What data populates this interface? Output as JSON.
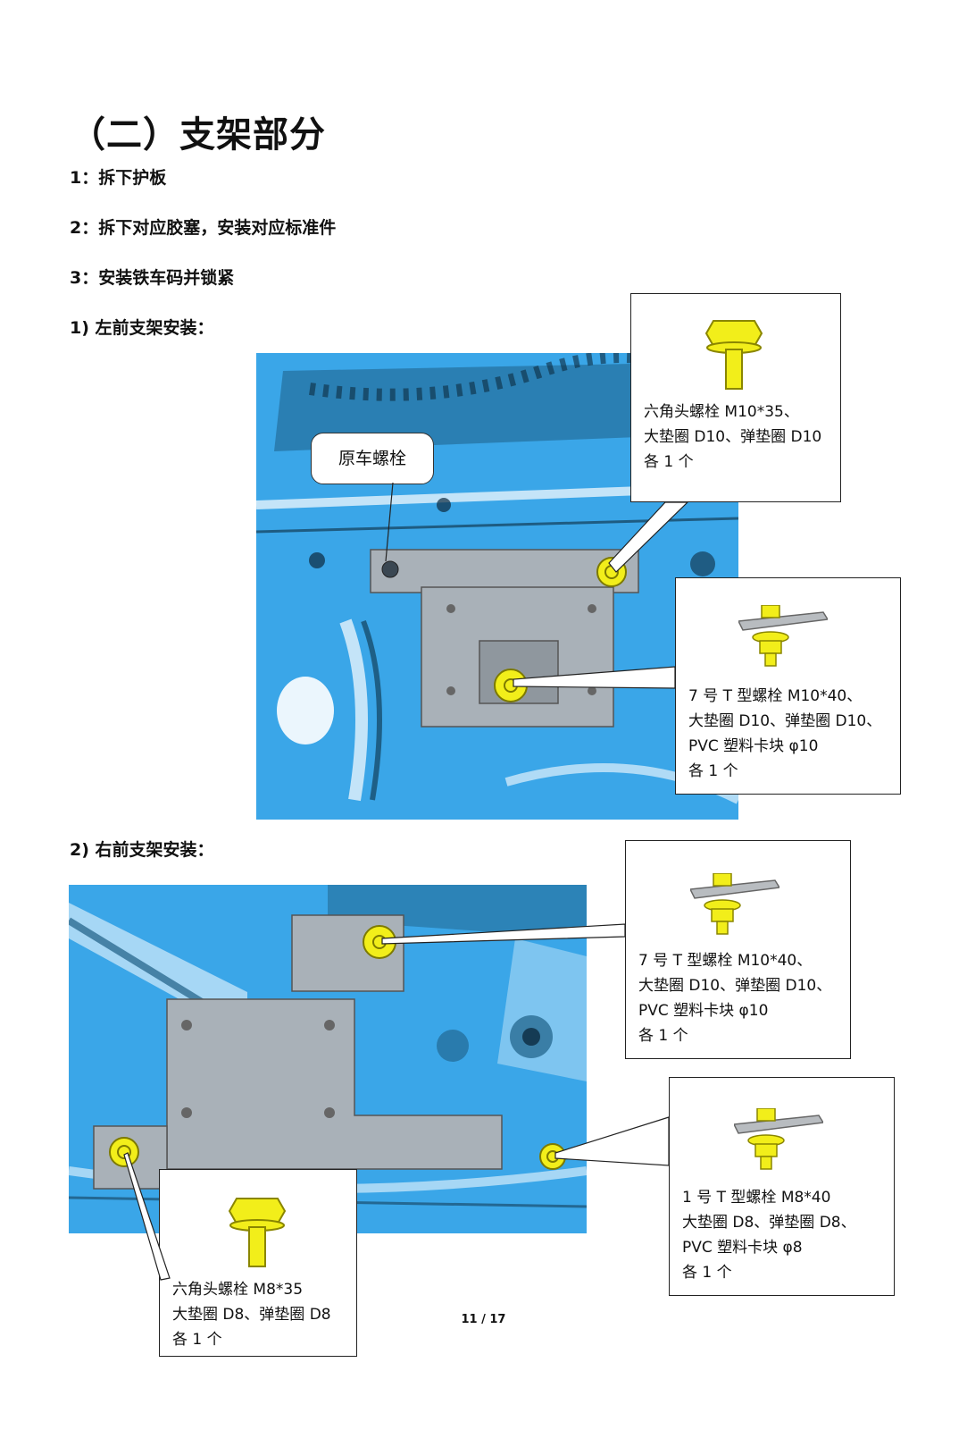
{
  "heading": "（二）支架部分",
  "steps": [
    "1：拆下护板",
    "2：拆下对应胶塞，安装对应标准件",
    "3：安装铁车码并锁紧"
  ],
  "section1": {
    "title": "1)  左前支架安装：",
    "bubble_label": "原车螺栓",
    "callout_a": {
      "line1": "六角头螺栓 M10*35、",
      "line2": "大垫圈 D10、弹垫圈 D10",
      "line3": "各 1 个",
      "icon": "hex-bolt"
    },
    "callout_b": {
      "line1": "7 号 T 型螺栓 M10*40、",
      "line2": "大垫圈 D10、弹垫圈 D10、",
      "line3": "PVC 塑料卡块 φ10",
      "line4": "各 1 个",
      "icon": "t-bolt"
    }
  },
  "section2": {
    "title": "2)  右前支架安装：",
    "callout_a": {
      "line1": "7 号 T 型螺栓 M10*40、",
      "line2": "大垫圈 D10、弹垫圈 D10、",
      "line3": "PVC 塑料卡块 φ10",
      "line4": "各 1 个",
      "icon": "t-bolt"
    },
    "callout_b": {
      "line1": "1 号 T 型螺栓 M8*40",
      "line2": "大垫圈 D8、弹垫圈 D8、",
      "line3": "PVC 塑料卡块 φ8",
      "line4": "各 1 个",
      "icon": "t-bolt"
    },
    "callout_c": {
      "line1": "六角头螺栓 M8*35",
      "line2": "大垫圈 D8、弹垫圈 D8",
      "line3": "各 1 个",
      "icon": "hex-bolt"
    }
  },
  "page_number": "11 / 17",
  "colors": {
    "scan_blue": "#3aa6e8",
    "bracket_gray": "#a9b1b8",
    "bolt_yellow": "#f2ee1a"
  }
}
